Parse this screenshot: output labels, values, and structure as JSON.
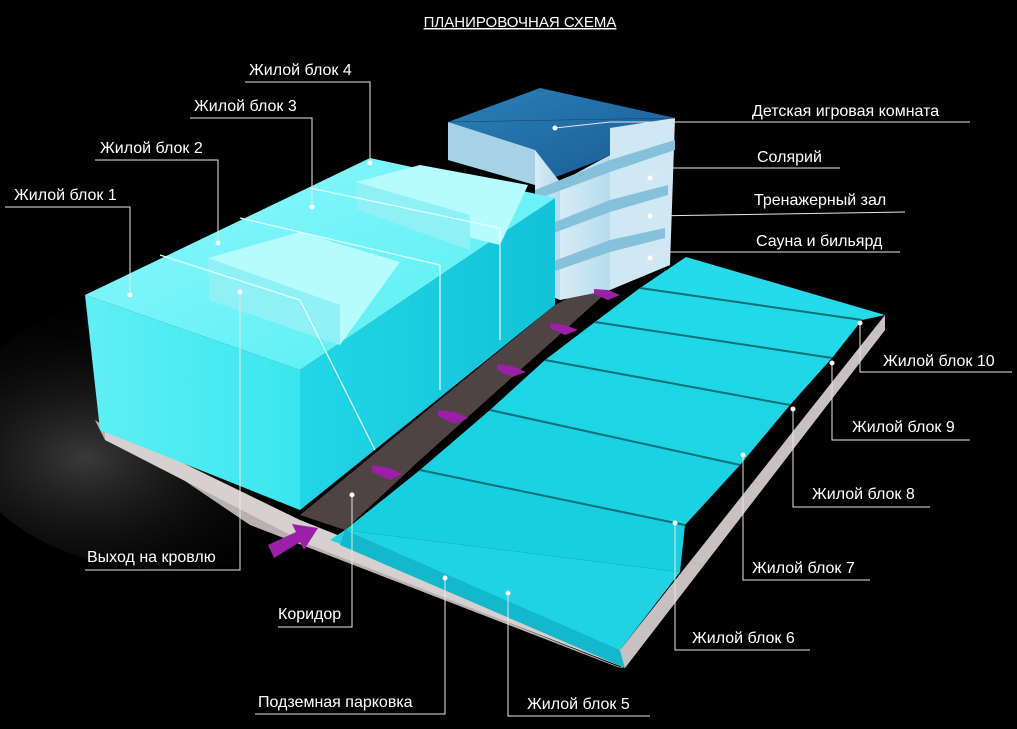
{
  "title": "ПЛАНИРОВОЧНАЯ СХЕМА",
  "colors": {
    "background": "#000000",
    "residential": "#2ee6f0",
    "amenity_tower": "#1e6ea8",
    "corridor": "#4a3f40",
    "arrow": "#9b1fa8",
    "podium": "#cfc8c8"
  },
  "labels": {
    "block1": "Жилой блок 1",
    "block2": "Жилой блок 2",
    "block3": "Жилой блок 3",
    "block4": "Жилой блок 4",
    "block5": "Жилой блок 5",
    "block6": "Жилой блок 6",
    "block7": "Жилой блок 7",
    "block8": "Жилой блок 8",
    "block9": "Жилой блок 9",
    "block10": "Жилой блок 10",
    "playroom": "Детская игровая комната",
    "solarium": "Солярий",
    "gym": "Тренажерный зал",
    "sauna": "Сауна и бильярд",
    "roof_exit": "Выход на кровлю",
    "corridor": "Коридор",
    "parking": "Подземная парковка"
  }
}
